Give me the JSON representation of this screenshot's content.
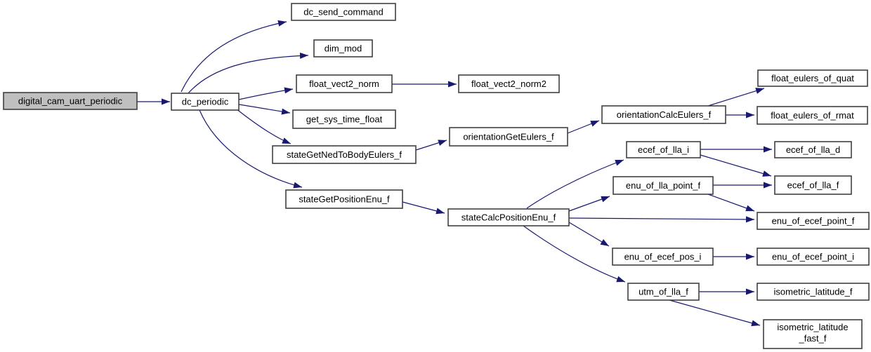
{
  "diagram": {
    "type": "call-graph",
    "colors": {
      "edge": "#191970",
      "node_border": "#404040",
      "node_fill": "#ffffff",
      "root_node_fill": "#bfbfbf",
      "text": "#000000",
      "background": "#ffffff"
    },
    "nodes": [
      {
        "id": "digital_cam_uart_periodic",
        "label": "digital_cam_uart_periodic",
        "root": true
      },
      {
        "id": "dc_periodic",
        "label": "dc_periodic"
      },
      {
        "id": "dc_send_command",
        "label": "dc_send_command"
      },
      {
        "id": "dim_mod",
        "label": "dim_mod"
      },
      {
        "id": "float_vect2_norm",
        "label": "float_vect2_norm"
      },
      {
        "id": "float_vect2_norm2",
        "label": "float_vect2_norm2"
      },
      {
        "id": "get_sys_time_float",
        "label": "get_sys_time_float"
      },
      {
        "id": "stateGetNedToBodyEulers_f",
        "label": "stateGetNedToBodyEulers_f"
      },
      {
        "id": "orientationGetEulers_f",
        "label": "orientationGetEulers_f"
      },
      {
        "id": "orientationCalcEulers_f",
        "label": "orientationCalcEulers_f"
      },
      {
        "id": "float_eulers_of_quat",
        "label": "float_eulers_of_quat"
      },
      {
        "id": "float_eulers_of_rmat",
        "label": "float_eulers_of_rmat"
      },
      {
        "id": "stateGetPositionEnu_f",
        "label": "stateGetPositionEnu_f"
      },
      {
        "id": "stateCalcPositionEnu_f",
        "label": "stateCalcPositionEnu_f"
      },
      {
        "id": "ecef_of_lla_i",
        "label": "ecef_of_lla_i"
      },
      {
        "id": "ecef_of_lla_d",
        "label": "ecef_of_lla_d"
      },
      {
        "id": "enu_of_lla_point_f",
        "label": "enu_of_lla_point_f"
      },
      {
        "id": "ecef_of_lla_f",
        "label": "ecef_of_lla_f"
      },
      {
        "id": "enu_of_ecef_point_f",
        "label": "enu_of_ecef_point_f"
      },
      {
        "id": "enu_of_ecef_pos_i",
        "label": "enu_of_ecef_pos_i"
      },
      {
        "id": "enu_of_ecef_point_i",
        "label": "enu_of_ecef_point_i"
      },
      {
        "id": "utm_of_lla_f",
        "label": "utm_of_lla_f"
      },
      {
        "id": "isometric_latitude_f",
        "label": "isometric_latitude_f"
      },
      {
        "id": "isometric_latitude_fast_f",
        "label": "isometric_latitude_fast_f",
        "lines": [
          "isometric_latitude",
          "_fast_f"
        ]
      }
    ],
    "edges": [
      {
        "from": "digital_cam_uart_periodic",
        "to": "dc_periodic"
      },
      {
        "from": "dc_periodic",
        "to": "dc_send_command"
      },
      {
        "from": "dc_periodic",
        "to": "dim_mod"
      },
      {
        "from": "dc_periodic",
        "to": "float_vect2_norm"
      },
      {
        "from": "dc_periodic",
        "to": "get_sys_time_float"
      },
      {
        "from": "dc_periodic",
        "to": "stateGetNedToBodyEulers_f"
      },
      {
        "from": "dc_periodic",
        "to": "stateGetPositionEnu_f"
      },
      {
        "from": "float_vect2_norm",
        "to": "float_vect2_norm2"
      },
      {
        "from": "stateGetNedToBodyEulers_f",
        "to": "orientationGetEulers_f"
      },
      {
        "from": "orientationGetEulers_f",
        "to": "orientationCalcEulers_f"
      },
      {
        "from": "orientationCalcEulers_f",
        "to": "float_eulers_of_quat"
      },
      {
        "from": "orientationCalcEulers_f",
        "to": "float_eulers_of_rmat"
      },
      {
        "from": "stateGetPositionEnu_f",
        "to": "stateCalcPositionEnu_f"
      },
      {
        "from": "stateCalcPositionEnu_f",
        "to": "ecef_of_lla_i"
      },
      {
        "from": "stateCalcPositionEnu_f",
        "to": "enu_of_lla_point_f"
      },
      {
        "from": "stateCalcPositionEnu_f",
        "to": "enu_of_ecef_point_f"
      },
      {
        "from": "stateCalcPositionEnu_f",
        "to": "enu_of_ecef_pos_i"
      },
      {
        "from": "stateCalcPositionEnu_f",
        "to": "utm_of_lla_f"
      },
      {
        "from": "ecef_of_lla_i",
        "to": "ecef_of_lla_d"
      },
      {
        "from": "ecef_of_lla_i",
        "to": "ecef_of_lla_f"
      },
      {
        "from": "enu_of_lla_point_f",
        "to": "ecef_of_lla_f"
      },
      {
        "from": "enu_of_lla_point_f",
        "to": "enu_of_ecef_point_f"
      },
      {
        "from": "enu_of_ecef_pos_i",
        "to": "enu_of_ecef_point_i"
      },
      {
        "from": "utm_of_lla_f",
        "to": "isometric_latitude_f"
      },
      {
        "from": "utm_of_lla_f",
        "to": "isometric_latitude_fast_f"
      }
    ]
  }
}
